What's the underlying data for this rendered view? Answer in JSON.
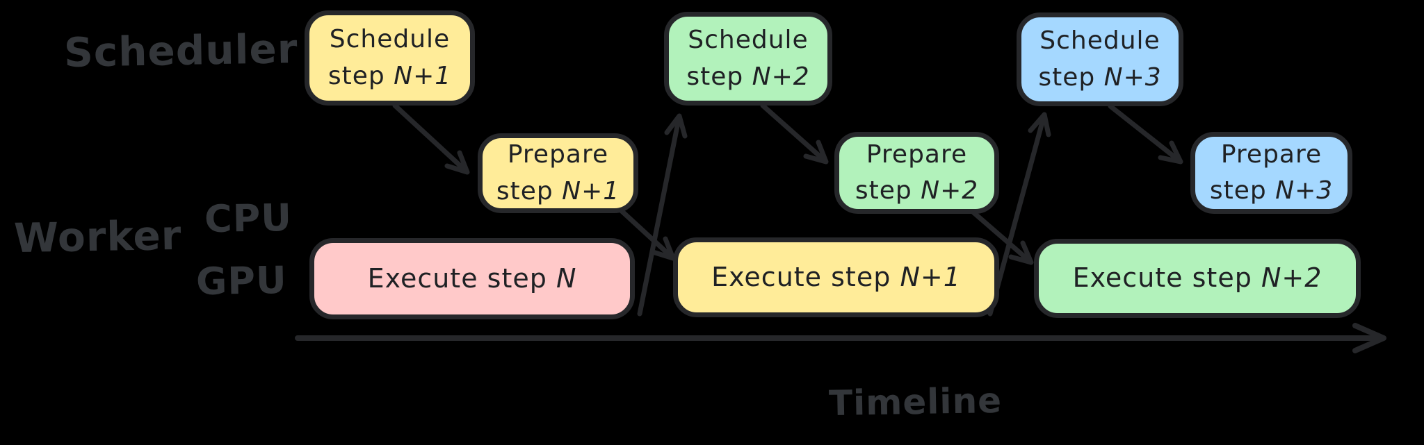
{
  "diagram": {
    "labels": {
      "scheduler": "Scheduler",
      "worker": "Worker",
      "cpu": "CPU",
      "gpu": "GPU",
      "timeline": "Timeline"
    },
    "colors": {
      "background": "#000000",
      "stroke": "#26272a",
      "labelgray": "#33363a",
      "boxtext": "#1f2124",
      "yellow": "#ffec99",
      "green": "#b2f2bb",
      "blue": "#a5d8ff",
      "pink": "#ffc9c9"
    },
    "boxes": [
      {
        "name": "schedule-step-n+1",
        "row": "scheduler",
        "color": "yellow",
        "line1": "Schedule",
        "line2": "step",
        "var": "N+1"
      },
      {
        "name": "prepare-step-n+1",
        "row": "cpu",
        "color": "yellow",
        "line1": "Prepare",
        "line2": "step",
        "var": "N+1"
      },
      {
        "name": "execute-step-n",
        "row": "gpu",
        "color": "pink",
        "line1": "Execute step",
        "var": "N"
      },
      {
        "name": "schedule-step-n+2",
        "row": "scheduler",
        "color": "green",
        "line1": "Schedule",
        "line2": "step",
        "var": "N+2"
      },
      {
        "name": "prepare-step-n+2",
        "row": "cpu",
        "color": "green",
        "line1": "Prepare",
        "line2": "step",
        "var": "N+2"
      },
      {
        "name": "execute-step-n+1",
        "row": "gpu",
        "color": "yellow",
        "line1": "Execute step",
        "var": "N+1"
      },
      {
        "name": "schedule-step-n+3",
        "row": "scheduler",
        "color": "blue",
        "line1": "Schedule",
        "line2": "step",
        "var": "N+3"
      },
      {
        "name": "prepare-step-n+3",
        "row": "cpu",
        "color": "blue",
        "line1": "Prepare",
        "line2": "step",
        "var": "N+3"
      },
      {
        "name": "execute-step-n+2",
        "row": "gpu",
        "color": "green",
        "line1": "Execute step",
        "var": "N+2"
      }
    ],
    "connections": [
      {
        "from": "schedule-step-n+1",
        "to": "prepare-step-n+1"
      },
      {
        "from": "prepare-step-n+1",
        "to": "execute-step-n+1"
      },
      {
        "from": "execute-step-n",
        "to": "schedule-step-n+2"
      },
      {
        "from": "schedule-step-n+2",
        "to": "prepare-step-n+2"
      },
      {
        "from": "prepare-step-n+2",
        "to": "execute-step-n+2"
      },
      {
        "from": "execute-step-n+1",
        "to": "schedule-step-n+3"
      },
      {
        "from": "schedule-step-n+3",
        "to": "prepare-step-n+3"
      }
    ]
  }
}
